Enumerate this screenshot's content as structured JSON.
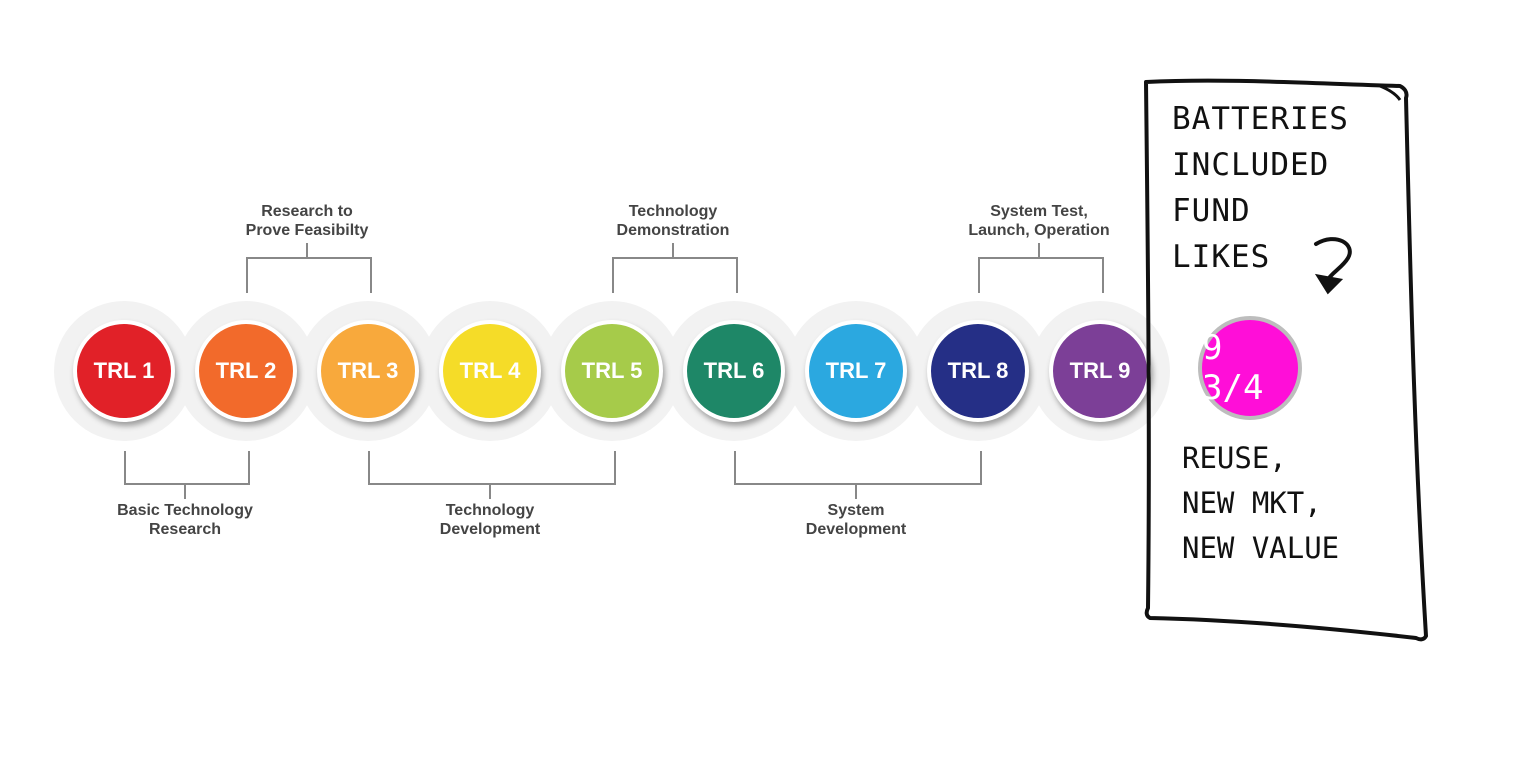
{
  "stages": [
    {
      "label": "TRL 1",
      "color": "#e12128"
    },
    {
      "label": "TRL 2",
      "color": "#f26a2b"
    },
    {
      "label": "TRL 3",
      "color": "#f8a93c"
    },
    {
      "label": "TRL 4",
      "color": "#f5dc28"
    },
    {
      "label": "TRL 5",
      "color": "#a6cb4a"
    },
    {
      "label": "TRL 6",
      "color": "#1e8767"
    },
    {
      "label": "TRL 7",
      "color": "#2ba8e0"
    },
    {
      "label": "TRL 8",
      "color": "#252f86"
    },
    {
      "label": "TRL 9",
      "color": "#7c3f97"
    }
  ],
  "groups_top": [
    {
      "lines": [
        "Research to",
        "Prove Feasibilty"
      ],
      "from_stage": 2,
      "to_stage": 3
    },
    {
      "lines": [
        "Technology",
        "Demonstration"
      ],
      "from_stage": 5,
      "to_stage": 6
    },
    {
      "lines": [
        "System Test,",
        "Launch, Operation"
      ],
      "from_stage": 8,
      "to_stage": 9
    }
  ],
  "groups_bottom": [
    {
      "lines": [
        "Basic Technology",
        "Research"
      ],
      "from_stage": 1,
      "to_stage": 2
    },
    {
      "lines": [
        "Technology",
        "Development"
      ],
      "from_stage": 3,
      "to_stage": 5
    },
    {
      "lines": [
        "System",
        "Development"
      ],
      "from_stage": 6,
      "to_stage": 8
    }
  ],
  "note": {
    "lines_top": [
      "BATTERIES",
      "INCLUDED",
      "FUND",
      "LIKES"
    ],
    "fraction_label": "9 3/4",
    "fraction_color": "#ff0ed8",
    "lines_bottom": [
      "REUSE,",
      "NEW MKT,",
      "NEW VALUE"
    ]
  }
}
